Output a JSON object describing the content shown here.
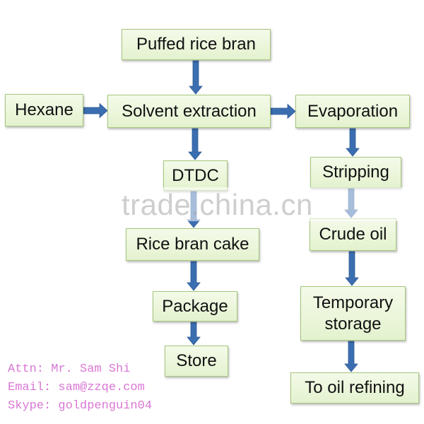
{
  "diagram": {
    "nodes": {
      "puffed": "Puffed rice bran",
      "hexane": "Hexane",
      "solvent": "Solvent extraction",
      "evaporation": "Evaporation",
      "dtdc": "DTDC",
      "stripping": "Stripping",
      "cake": "Rice bran cake",
      "crude": "Crude oil",
      "package": "Package",
      "temporary": "Temporary storage",
      "store": "Store",
      "refining": "To oil refining"
    },
    "edges": [
      [
        "puffed",
        "solvent"
      ],
      [
        "hexane",
        "solvent"
      ],
      [
        "solvent",
        "evaporation"
      ],
      [
        "solvent",
        "dtdc"
      ],
      [
        "evaporation",
        "stripping"
      ],
      [
        "dtdc",
        "cake"
      ],
      [
        "stripping",
        "crude"
      ],
      [
        "cake",
        "package"
      ],
      [
        "crude",
        "temporary"
      ],
      [
        "package",
        "store"
      ],
      [
        "temporary",
        "refining"
      ]
    ],
    "colors": {
      "box_fill": "#eaf5da",
      "box_border": "#a6c77d",
      "arrow": "#3b6eb0",
      "contact_text": "#d977d4",
      "watermark": "#a5a5a5"
    }
  },
  "watermark": "trade.china.cn",
  "contact": {
    "attn": "Attn: Mr. Sam Shi",
    "email": "Email: sam@zzqe.com",
    "skype": "Skype: goldpenguin04"
  }
}
